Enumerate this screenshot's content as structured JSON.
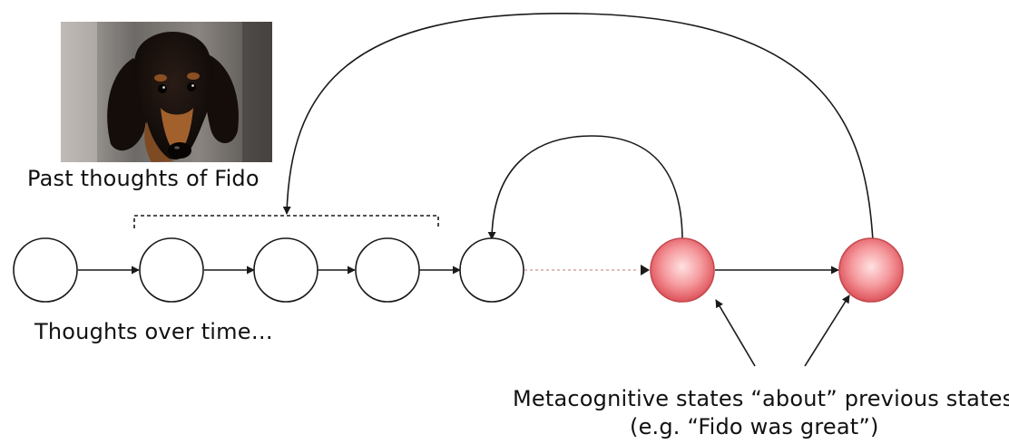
{
  "labels": {
    "past_thoughts": "Past thoughts of Fido",
    "thoughts_over_time": "Thoughts over time…",
    "metacognitive": "Metacognitive states “about” previous states",
    "example": "(e.g. “Fido was great”)"
  },
  "colors": {
    "stroke": "#1a1a1a",
    "thought_fill": "#ffffff",
    "meta_fill_center": "#ffd6d6",
    "meta_fill_edge": "#e35b62",
    "meta_stroke": "#c44a50",
    "dotted_link": "#d8a5a5"
  },
  "image": {
    "icon": "dachshund-photo"
  }
}
